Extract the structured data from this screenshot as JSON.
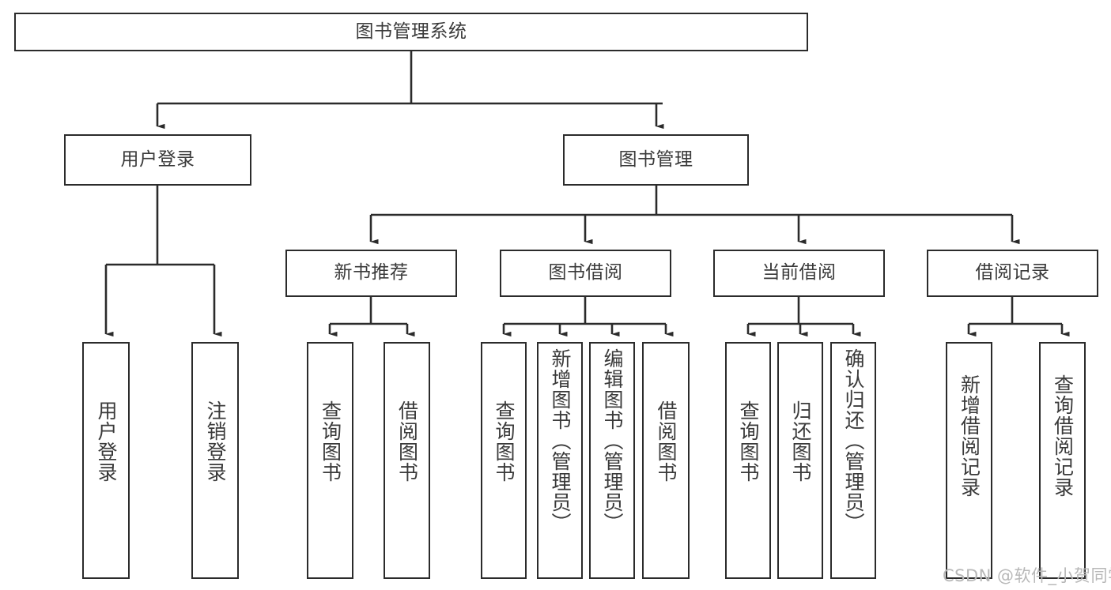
{
  "diagram": {
    "title": "图书管理系统",
    "type": "tree-hierarchy-diagram",
    "style": {
      "box_border_color": "#2b2b2b",
      "box_fill_color": "#ffffff",
      "text_color": "#3a3a3a",
      "connector_color": "#2b2b2b",
      "background_color": "#ffffff",
      "watermark_color": "#b8b8b8"
    },
    "nodes": {
      "root": {
        "label": "图书管理系统",
        "orientation": "horizontal"
      },
      "level2": [
        {
          "id": "user-login",
          "label": "用户登录",
          "orientation": "horizontal"
        },
        {
          "id": "book-management",
          "label": "图书管理",
          "orientation": "horizontal"
        }
      ],
      "level3": [
        {
          "id": "new-book-recommend",
          "label": "新书推荐",
          "orientation": "horizontal"
        },
        {
          "id": "book-borrow",
          "label": "图书借阅",
          "orientation": "horizontal"
        },
        {
          "id": "current-borrow",
          "label": "当前借阅",
          "orientation": "horizontal"
        },
        {
          "id": "borrow-record",
          "label": "借阅记录",
          "orientation": "horizontal"
        }
      ],
      "leaves": [
        {
          "id": "leaf-user-login",
          "label": "用户登录",
          "parent": "user-login",
          "orientation": "vertical"
        },
        {
          "id": "leaf-logout-login",
          "label": "注销登录",
          "parent": "user-login",
          "orientation": "vertical"
        },
        {
          "id": "leaf-query-book-1",
          "label": "查询图书",
          "parent": "new-book-recommend",
          "orientation": "vertical"
        },
        {
          "id": "leaf-borrow-book-1",
          "label": "借阅图书",
          "parent": "new-book-recommend",
          "orientation": "vertical"
        },
        {
          "id": "leaf-query-book-2",
          "label": "查询图书",
          "parent": "book-borrow",
          "orientation": "vertical"
        },
        {
          "id": "leaf-add-book",
          "label": "新增图书（管理员）",
          "parent": "book-borrow",
          "orientation": "vertical"
        },
        {
          "id": "leaf-edit-book",
          "label": "编辑图书（管理员）",
          "parent": "book-borrow",
          "orientation": "vertical"
        },
        {
          "id": "leaf-borrow-book-2",
          "label": "借阅图书",
          "parent": "book-borrow",
          "orientation": "vertical"
        },
        {
          "id": "leaf-query-book-3",
          "label": "查询图书",
          "parent": "current-borrow",
          "orientation": "vertical"
        },
        {
          "id": "leaf-return-book",
          "label": "归还图书",
          "parent": "current-borrow",
          "orientation": "vertical"
        },
        {
          "id": "leaf-confirm-return",
          "label": "确认归还（管理员）",
          "parent": "current-borrow",
          "orientation": "vertical"
        },
        {
          "id": "leaf-add-record",
          "label": "新增借阅记录",
          "parent": "borrow-record",
          "orientation": "vertical"
        },
        {
          "id": "leaf-query-record",
          "label": "查询借阅记录",
          "parent": "borrow-record",
          "orientation": "vertical"
        }
      ]
    },
    "watermark": "CSDN @软件_小贺同学"
  }
}
